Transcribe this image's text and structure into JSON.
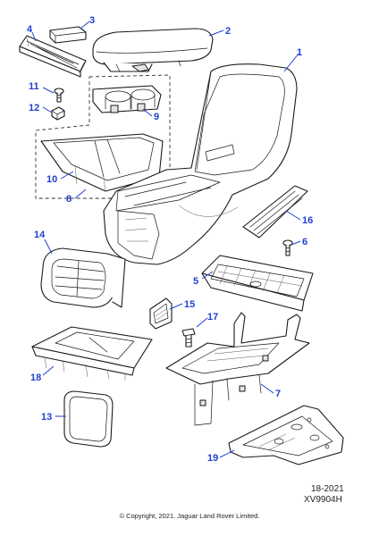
{
  "callouts": [
    {
      "label": "1"
    },
    {
      "label": "2"
    },
    {
      "label": "3"
    },
    {
      "label": "4"
    },
    {
      "label": "5"
    },
    {
      "label": "6"
    },
    {
      "label": "7"
    },
    {
      "label": "8"
    },
    {
      "label": "9"
    },
    {
      "label": "10"
    },
    {
      "label": "11"
    },
    {
      "label": "12"
    },
    {
      "label": "13"
    },
    {
      "label": "14"
    },
    {
      "label": "15"
    },
    {
      "label": "16"
    },
    {
      "label": "17"
    },
    {
      "label": "18"
    },
    {
      "label": "19"
    }
  ],
  "reference": {
    "code": "18-2021",
    "drawing": "XV9904H"
  },
  "copyright": "© Copyright, 2021. Jaguar Land Rover Limited.",
  "colors": {
    "callout": "#1f3fd0",
    "line": "#1a1a1a"
  }
}
